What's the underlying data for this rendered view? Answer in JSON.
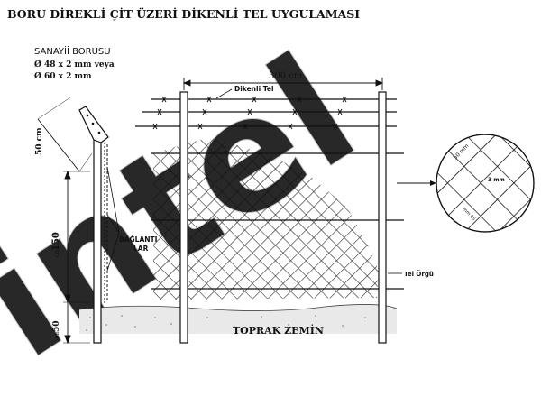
{
  "title": "BORU DİREKLİ ÇİT ÜZERİ DİKENLİ TEL UYGULAMASI",
  "pipe": {
    "heading": "SANAYİİ BORUSU",
    "spec1": "Ø 48 x 2 mm veya",
    "spec2": "Ø 60 x 2 mm"
  },
  "labels": {
    "span": "300 cm",
    "barbed_wire": "Dikenli Tel",
    "arm_length": "50 cm",
    "fence_height": "150",
    "fence_height_unit": "cm",
    "footing_depth": "50",
    "footing_unit": "cm",
    "connections_line1": "BAĞLANTI",
    "connections_line2": "LAR",
    "mesh": "Tel Örgü",
    "ground": "TOPRAK ZEMİN",
    "mesh_opening": "50 mm",
    "wire_thickness": "3 mm",
    "mesh_opening_2": "mm 05"
  },
  "watermark": "intel",
  "colors": {
    "ink": "#111111",
    "watermark": "#d9d9d9",
    "watermark_edge": "#bdbdbd"
  }
}
